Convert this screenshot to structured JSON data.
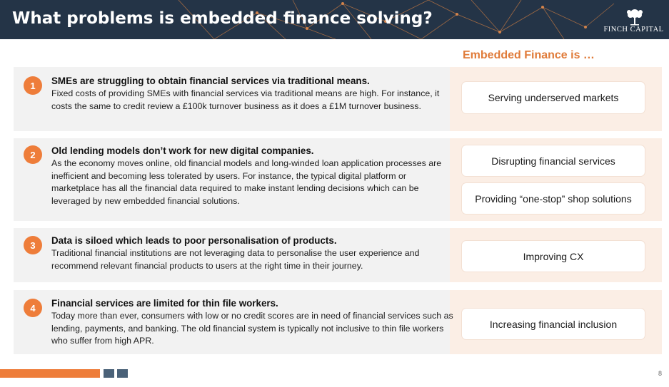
{
  "header": {
    "title": "What problems is embedded finance solving?",
    "logo_text": "FINCH CAPITAL"
  },
  "embedded_finance_heading": "Embedded Finance is …",
  "rows": [
    {
      "number": "1",
      "heading": "SMEs are struggling to obtain financial services via traditional means.",
      "body": "Fixed costs of providing SMEs with financial services via traditional means are high. For instance, it costs the same to credit review a £100k turnover business as it does a £1M turnover business.",
      "outcomes": [
        "Serving underserved markets"
      ]
    },
    {
      "number": "2",
      "heading": "Old lending models don’t work for new digital companies.",
      "body": "As the economy moves online, old financial models and long-winded loan application processes are inefficient and becoming less tolerated by users. For instance, the typical digital platform or marketplace has all the financial data required to make instant lending decisions which can be leveraged by new embedded financial solutions.",
      "outcomes": [
        "Disrupting financial services",
        "Providing “one-stop” shop solutions"
      ]
    },
    {
      "number": "3",
      "heading": "Data is siloed which leads to poor personalisation of products.",
      "body": "Traditional financial institutions are not leveraging data to personalise the user experience and recommend relevant financial products to users at the right time in their journey.",
      "outcomes": [
        "Improving CX"
      ]
    },
    {
      "number": "4",
      "heading": "Financial services are limited for thin file workers.",
      "body": "Today more than ever, consumers with low or no credit scores are in need of financial services such as lending, payments, and banking. The old financial system is typically not inclusive to thin file workers who suffer from high APR.",
      "outcomes": [
        "Increasing financial inclusion"
      ]
    }
  ],
  "page_number": "8",
  "colors": {
    "header_bg": "#243447",
    "accent_orange": "#ee7d3a",
    "row_bg": "#f2f2f2",
    "outcome_bg": "#fbeee5",
    "footer_squares": "#4a6178"
  }
}
